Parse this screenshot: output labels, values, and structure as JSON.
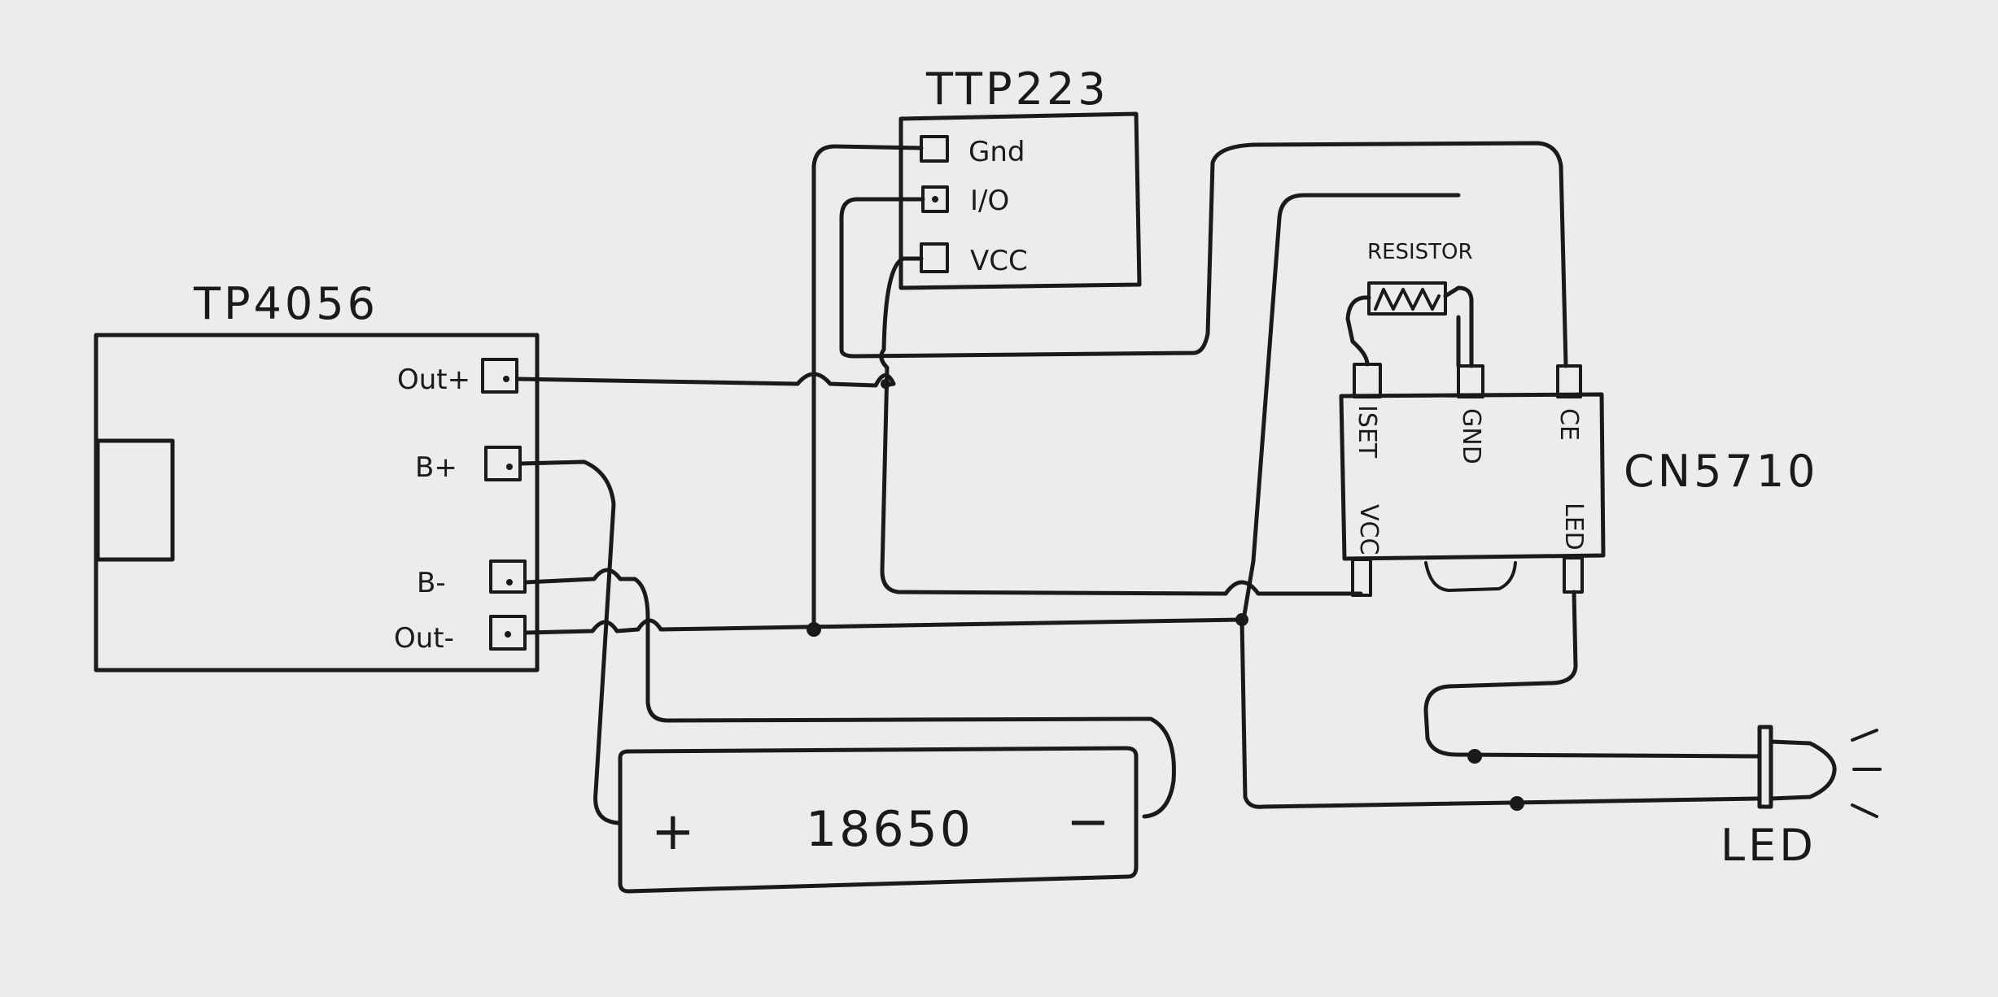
{
  "components": {
    "tp4056": {
      "title": "TP4056",
      "pins": {
        "out_plus": "Out+",
        "b_plus": "B+",
        "b_minus": "B-",
        "out_minus": "Out-"
      }
    },
    "ttp223": {
      "title": "TTP223",
      "pins": {
        "gnd": "Gnd",
        "io": "I/O",
        "vcc": "VCC"
      }
    },
    "cn5710": {
      "title": "CN5710",
      "pins": {
        "iset": "ISET",
        "gnd": "GND",
        "ce": "CE",
        "vcc": "VCC",
        "led": "LED"
      }
    },
    "resistor": {
      "label": "RESISTOR"
    },
    "battery": {
      "label": "18650",
      "plus": "+",
      "minus": "−"
    },
    "led": {
      "label": "LED"
    }
  },
  "colors": {
    "paper": "#ececea",
    "ink": "#1a1a1a"
  }
}
